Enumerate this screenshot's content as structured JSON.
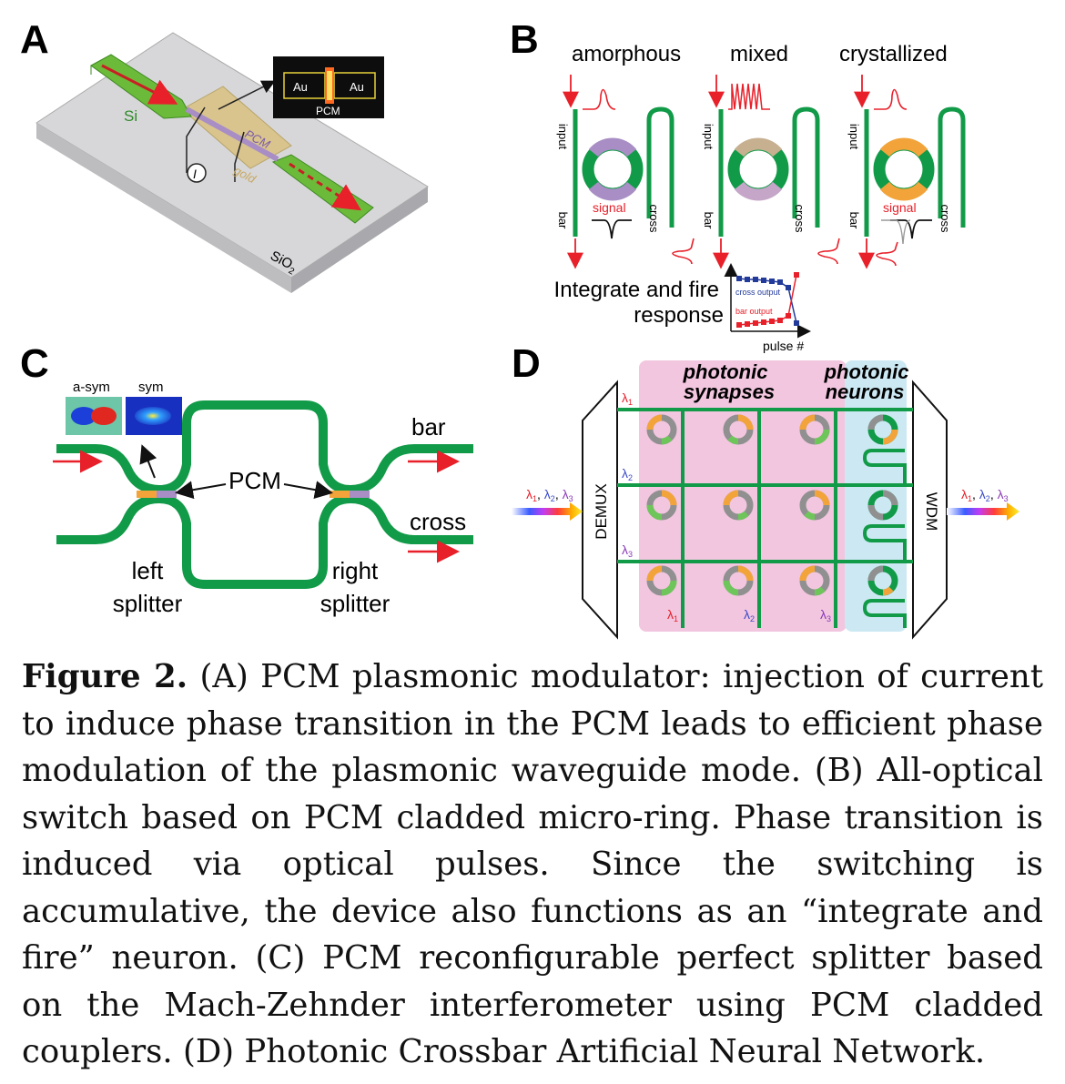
{
  "panels": {
    "a": {
      "letter": "A",
      "si": "Si",
      "pcm": "PCM",
      "gold": "gold",
      "current": "I",
      "sio2_base": "SiO",
      "sio2_sub": "2",
      "inset": {
        "left": "Au",
        "right": "Au",
        "bottom": "PCM"
      }
    },
    "b": {
      "letter": "B",
      "states": [
        "amorphous",
        "mixed",
        "crystallized"
      ],
      "port_input": "input",
      "port_bar": "bar",
      "port_cross": "cross",
      "signal": "signal",
      "response_line1": "Integrate and fire",
      "response_line2": "response",
      "cross_output": "cross output",
      "bar_output": "bar output",
      "pulse_axis": "pulse #"
    },
    "c": {
      "letter": "C",
      "asym": "a-sym",
      "sym": "sym",
      "pcm": "PCM",
      "bar": "bar",
      "cross": "cross",
      "left1": "left",
      "left2": "splitter",
      "right1": "right",
      "right2": "splitter"
    },
    "d": {
      "letter": "D",
      "synapses1": "photonic",
      "synapses2": "synapses",
      "neurons1": "photonic",
      "neurons2": "neurons",
      "demux": "DEMUX",
      "wdm": "WDM",
      "lambda": "λ",
      "subs": [
        "1",
        "2",
        "3"
      ]
    }
  },
  "caption": {
    "label": "Figure 2.",
    "text": " (A) PCM plasmonic modulator: injection of current to induce phase transition in the PCM leads to efficient phase modulation of the plasmonic waveguide mode. (B) All-optical switch based on PCM cladded micro-ring. Phase transition is induced via optical pulses. Since the switching is accumulative, the device also functions as an “integrate and fire” neuron. (C) PCM reconfigurable perfect splitter based on the Mach-Zehnder interferometer using PCM cladded couplers. (D) Photonic Crossbar Artificial Neural Network."
  },
  "colors": {
    "waveguide_green": "#119a47",
    "arrow_red": "#e8202a",
    "pcm_purple": "#a88ec4",
    "pcm_orange": "#f2a43a",
    "synapse_pink": "#f0c2dc",
    "neuron_blue": "#c6e8f2",
    "gold": "#d9c48e"
  }
}
